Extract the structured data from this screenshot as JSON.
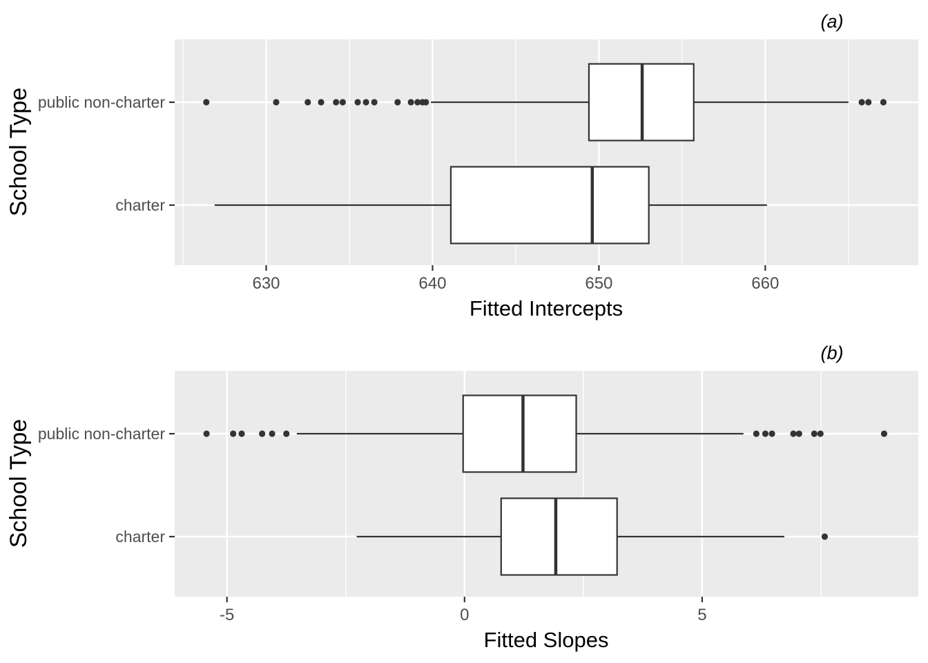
{
  "style": {
    "panel_bg": "#EBEBEB",
    "grid_color": "#FFFFFF",
    "box_color": "#333333",
    "box_fill": "#FFFFFF",
    "tick_color": "#333333",
    "tick_label_color": "#4D4D4D",
    "title_color": "#000000"
  },
  "chart_data": [
    {
      "type": "boxplot",
      "orientation": "horizontal",
      "tag": "(a)",
      "xlabel": "Fitted Intercepts",
      "ylabel": "School Type",
      "grid": true,
      "legend": false,
      "x_range": [
        624.5,
        669.2
      ],
      "x_major_ticks": [
        630,
        640,
        650,
        660
      ],
      "x_tick_labels": [
        "630",
        "640",
        "650",
        "660"
      ],
      "x_minor_ticks": [
        625,
        635,
        645,
        655,
        665
      ],
      "categories": [
        "public non-charter",
        "charter"
      ],
      "series": [
        {
          "category": "public non-charter",
          "whisker_low": 639.9,
          "q1": 649.4,
          "median": 652.6,
          "q3": 655.7,
          "whisker_high": 665.0,
          "outliers": [
            626.4,
            630.6,
            632.5,
            633.3,
            634.2,
            634.6,
            635.5,
            636.0,
            636.5,
            637.9,
            638.7,
            639.1,
            639.4,
            639.6,
            665.8,
            666.2,
            667.1
          ]
        },
        {
          "category": "charter",
          "whisker_low": 626.9,
          "q1": 641.1,
          "median": 649.6,
          "q3": 653.0,
          "whisker_high": 660.1,
          "outliers": []
        }
      ]
    },
    {
      "type": "boxplot",
      "orientation": "horizontal",
      "tag": "(b)",
      "xlabel": "Fitted Slopes",
      "ylabel": "School Type",
      "grid": true,
      "legend": false,
      "x_range": [
        -6.1,
        9.55
      ],
      "x_major_ticks": [
        -5,
        0,
        5
      ],
      "x_tick_labels": [
        "-5",
        "0",
        "5"
      ],
      "x_minor_ticks": [
        -2.5,
        2.5,
        7.5
      ],
      "categories": [
        "public non-charter",
        "charter"
      ],
      "series": [
        {
          "category": "public non-charter",
          "whisker_low": -3.53,
          "q1": -0.03,
          "median": 1.23,
          "q3": 2.35,
          "whisker_high": 5.87,
          "outliers": [
            -5.43,
            -4.87,
            -4.69,
            -4.26,
            -4.05,
            -3.75,
            6.14,
            6.33,
            6.47,
            6.92,
            7.04,
            7.36,
            7.49,
            8.83
          ]
        },
        {
          "category": "charter",
          "whisker_low": -2.27,
          "q1": 0.77,
          "median": 1.92,
          "q3": 3.21,
          "whisker_high": 6.73,
          "outliers": [
            7.58
          ]
        }
      ]
    }
  ]
}
